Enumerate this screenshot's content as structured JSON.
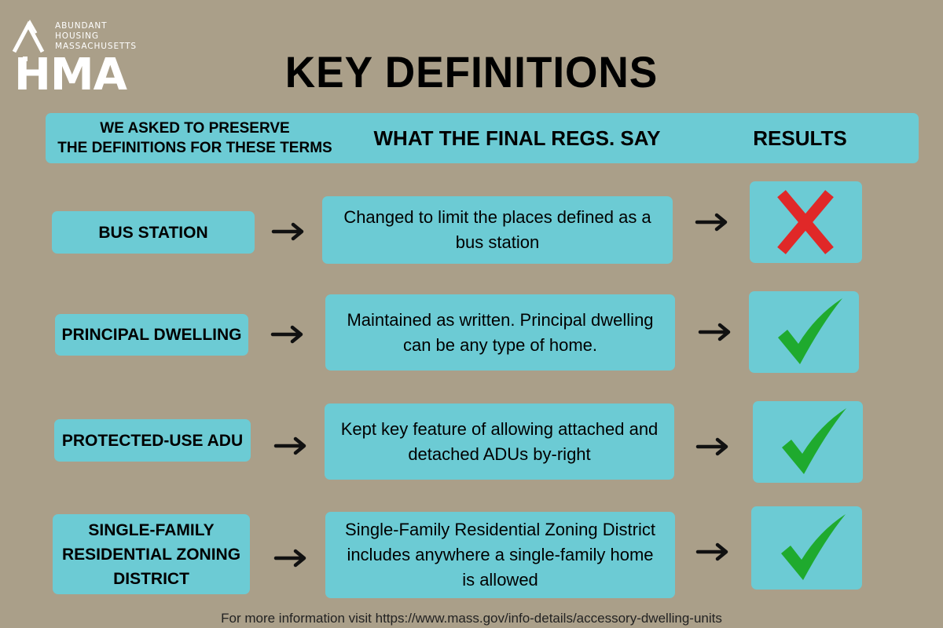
{
  "logo": {
    "line1": "ABUNDANT",
    "line2": "HOUSING",
    "line3": "MASSACHUSETTS",
    "mark": "HMA"
  },
  "title": "KEY DEFINITIONS",
  "header": {
    "col1_line1": "WE ASKED TO PRESERVE",
    "col1_line2": "THE DEFINITIONS FOR THESE TERMS",
    "col2": "WHAT THE FINAL REGS. SAY",
    "col3": "RESULTS"
  },
  "rows": [
    {
      "term_lines": [
        "BUS STATION"
      ],
      "desc_lines": [
        "Changed to limit the places defined as a",
        "bus station"
      ],
      "result": "cross-icon"
    },
    {
      "term_lines": [
        "PRINCIPAL DWELLING"
      ],
      "desc_lines": [
        "Maintained as written. Principal dwelling",
        "can be any type of home."
      ],
      "result": "check-icon"
    },
    {
      "term_lines": [
        "PROTECTED-USE ADU"
      ],
      "desc_lines": [
        "Kept key feature of allowing attached and",
        "detached ADUs by-right"
      ],
      "result": "check-icon"
    },
    {
      "term_lines": [
        "SINGLE-FAMILY",
        "RESIDENTIAL ZONING",
        "DISTRICT"
      ],
      "desc_lines": [
        "Single-Family Residential Zoning District",
        "includes anywhere a single-family home",
        "is allowed"
      ],
      "result": "check-icon"
    }
  ],
  "footer": "For more information visit https://www.mass.gov/info-details/accessory-dwelling-units",
  "colors": {
    "background": "#aa9f89",
    "box": "#6ccbd4",
    "cross": "#e02828",
    "check": "#1faa2e"
  }
}
